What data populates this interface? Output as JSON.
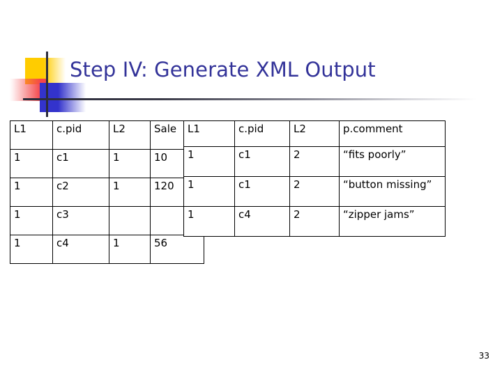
{
  "slide": {
    "title": "Step IV: Generate XML Output",
    "title_color": "#333399",
    "page_number": "33",
    "background_color": "#ffffff"
  },
  "decoration": {
    "name": "powerpoint-template-accent",
    "yellow_color": "#FFCC00",
    "red_color": "#F4464A",
    "blue_color": "#3333CC",
    "rule_color": "#2b2b3a"
  },
  "tables": [
    {
      "id": "left",
      "name": "sale-table",
      "headers": [
        "L1",
        "c.pid",
        "L2",
        "Sale"
      ],
      "rows": [
        [
          "1",
          "c1",
          "1",
          "10"
        ],
        [
          "1",
          "c2",
          "1",
          "120"
        ],
        [
          "1",
          "c3",
          "",
          ""
        ],
        [
          "1",
          "c4",
          "1",
          "56"
        ]
      ]
    },
    {
      "id": "right",
      "name": "comment-table",
      "headers": [
        "L1",
        "c.pid",
        "L2",
        "p.comment"
      ],
      "rows": [
        [
          "1",
          "c1",
          "2",
          "“fits poorly”"
        ],
        [
          "1",
          "c1",
          "2",
          "“button missing”"
        ],
        [
          "1",
          "c4",
          "2",
          "“zipper jams”"
        ]
      ]
    }
  ]
}
